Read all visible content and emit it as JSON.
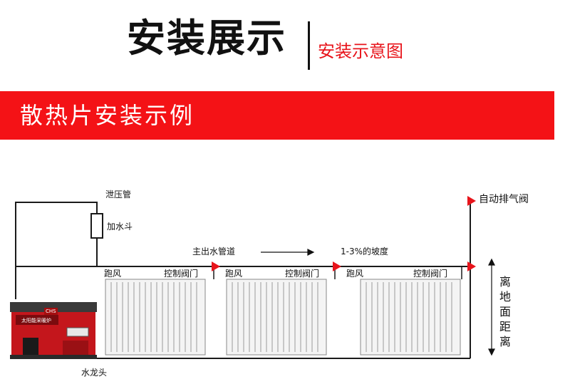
{
  "header": {
    "title": "安装展示",
    "subtitle": "安装示意图"
  },
  "banner": {
    "title": "散热片安装示例"
  },
  "diagram": {
    "relief_pipe": "泄压管",
    "water_funnel": "加水斗",
    "main_pipe": "主出水管道",
    "slope": "1-3%的坡度",
    "auto_vent_valve": "自动排气阀",
    "faucet": "水龙头",
    "height_label": "离地面距离",
    "radiators": [
      {
        "vent": "跑风",
        "valve": "控制阀门"
      },
      {
        "vent": "跑风",
        "valve": "控制阀门"
      },
      {
        "vent": "跑风",
        "valve": "控制阀门"
      }
    ],
    "boiler_badge": "CHS",
    "boiler_plate": "太阳能采暖炉"
  },
  "colors": {
    "brand_red": "#f41216",
    "boiler_red": "#c4161c",
    "pipe": "#1a1a1a",
    "arrow_red": "#e8141b"
  }
}
